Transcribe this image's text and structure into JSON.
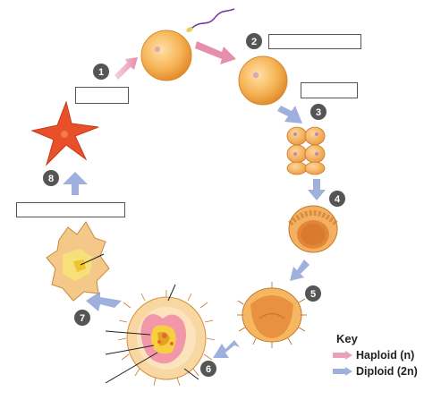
{
  "key": {
    "title": "Key",
    "haploid": "Haploid (n)",
    "diploid": "Diploid (2n)"
  },
  "steps": [
    "1",
    "2",
    "3",
    "4",
    "5",
    "6",
    "7",
    "8"
  ],
  "colors": {
    "haploid_arrow": "#e8a3b8",
    "diploid_arrow": "#9fb0dd",
    "step_badge": "#555555",
    "egg": "#f2a640",
    "embryo": "#f0a050",
    "starfish": "#e8502a",
    "gut": "#ee7090",
    "adult_body": "#f7c98a"
  }
}
